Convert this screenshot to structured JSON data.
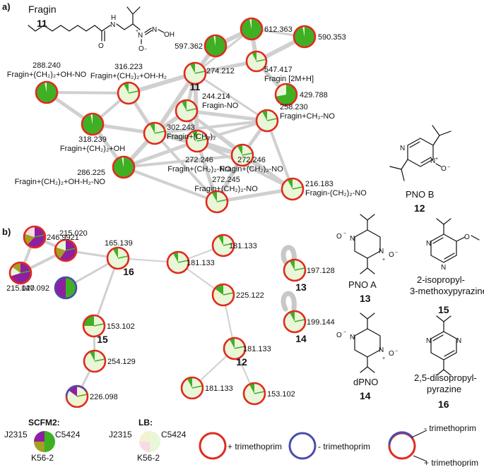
{
  "panel_labels": {
    "a": "a)",
    "b": "b)"
  },
  "structures": [
    {
      "name": "Fragin",
      "number": "11"
    },
    {
      "name": "PNO B",
      "number": "12"
    },
    {
      "name": "PNO A",
      "number": "13"
    },
    {
      "name": "2-isopropyl-\n3-methoxypyrazine",
      "number": "15"
    },
    {
      "name": "dPNO",
      "number": "14"
    },
    {
      "name": "2,5-diisopropyl-\npyrazine",
      "number": "16"
    }
  ],
  "nodes_a": [
    {
      "id": "a612",
      "label": "612.363"
    },
    {
      "id": "a590",
      "label": "590.353"
    },
    {
      "id": "a597",
      "label": "597.362"
    },
    {
      "id": "a547",
      "label": "547.417\nFragin [2M+H]"
    },
    {
      "id": "a274",
      "label": "274.212",
      "number": "11"
    },
    {
      "id": "a429",
      "label": "429.788"
    },
    {
      "id": "a288",
      "label": "288.240\nFragin+(CH₂)₂+OH-NO"
    },
    {
      "id": "a316",
      "label": "316.223\nFragin+(CH₂)₂+OH-H₂"
    },
    {
      "id": "a244",
      "label": "244.214\nFragin-NO"
    },
    {
      "id": "a258",
      "label": "258.230\nFragin+CH₂-NO"
    },
    {
      "id": "a318",
      "label": "318.239\nFragin+(CH₂)₂+OH"
    },
    {
      "id": "a302",
      "label": "302.243\nFragin+(CH₂)₂"
    },
    {
      "id": "a286",
      "label": "286.225\nFragin+(CH₂)₂+OH-H₂-NO"
    },
    {
      "id": "a272c",
      "label": "272.246\nFragin+(CH₂)₂-NO"
    },
    {
      "id": "a272b",
      "label": "272.246\nFragin+(CH₂)₂-NO"
    },
    {
      "id": "a216",
      "label": "216.183\nFragin-(CH₂)₂-NO"
    },
    {
      "id": "a272d",
      "label": "272.245\nFragin+(CH₂)₂-NO"
    }
  ],
  "nodes_b": [
    {
      "id": "b246",
      "label": "246.9921"
    },
    {
      "id": "b215a",
      "label": "215.020"
    },
    {
      "id": "b215b",
      "label": "215.020"
    },
    {
      "id": "b165",
      "label": "165.139",
      "number": "16"
    },
    {
      "id": "b147",
      "label": "147.092"
    },
    {
      "id": "b153a",
      "label": "153.102",
      "number": "15"
    },
    {
      "id": "b254",
      "label": "254.129"
    },
    {
      "id": "b226",
      "label": "226.098"
    },
    {
      "id": "b181a",
      "label": "181.133"
    },
    {
      "id": "b181b",
      "label": "181.133"
    },
    {
      "id": "b225",
      "label": "225.122"
    },
    {
      "id": "b181c",
      "label": "181.133",
      "number": "12"
    },
    {
      "id": "b181d",
      "label": "181.133"
    },
    {
      "id": "b153b",
      "label": "153.102"
    },
    {
      "id": "b197",
      "label": "197.128",
      "number": "13"
    },
    {
      "id": "b199",
      "label": "199.144",
      "number": "14"
    }
  ],
  "legend": {
    "scfm2": {
      "title": "SCFM2:",
      "left": "J2315",
      "right": "C5424",
      "bottom": "K56-2"
    },
    "lb": {
      "title": "LB:",
      "left": "J2315",
      "right": "C5424",
      "bottom": "K56-2"
    },
    "plus_trimethoprim": "+ trimethoprim",
    "minus_trimethoprim": "- trimethoprim",
    "mixed_minus": "- trimethoprim",
    "mixed_plus": "+ trimethoprim"
  },
  "colors": {
    "scfm2_J2315": "#8e1fa0",
    "scfm2_C5424": "#3fb024",
    "scfm2_K56_2": "#a3a022",
    "lb_J2315": "#f3f2cf",
    "lb_C5424": "#e9f6d8",
    "lb_K56_2": "#f8dbe3",
    "ring_plus": "#e02b1f",
    "ring_minus": "#4a4cad"
  }
}
